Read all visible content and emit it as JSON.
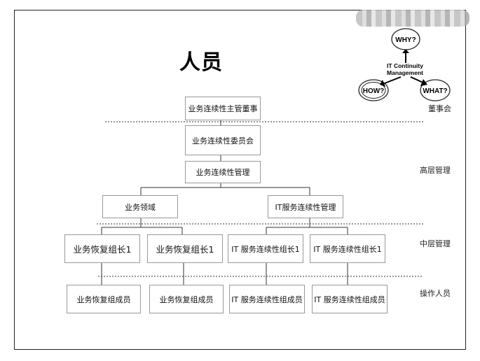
{
  "title": "人员",
  "badge": {
    "why": "WHY?",
    "how": "HOW?",
    "what": "WHAT?",
    "center_line1": "IT Continuity",
    "center_line2": "Management"
  },
  "layers": {
    "board": "董事会",
    "senior": "高层管理",
    "middle": "中层管理",
    "operators": "操作人员"
  },
  "nodes": {
    "director": "业务连续性主管董事",
    "committee": "业务连续性委员会",
    "bc_mgmt": "业务连续性管理",
    "business_area": "业务领域",
    "it_bc_mgmt": "IT服务连续性管理",
    "leader_1": "业务恢复组长1",
    "leader_2": "业务恢复组长1",
    "it_leader_1": "IT 服务连续性组长1",
    "it_leader_2": "IT 服务连续性组长1",
    "member_1": "业务恢复组成员",
    "member_2": "业务恢复组成员",
    "it_member_1": "IT 服务连续性组成员",
    "it_member_2": "IT 服务连续性组成员"
  }
}
